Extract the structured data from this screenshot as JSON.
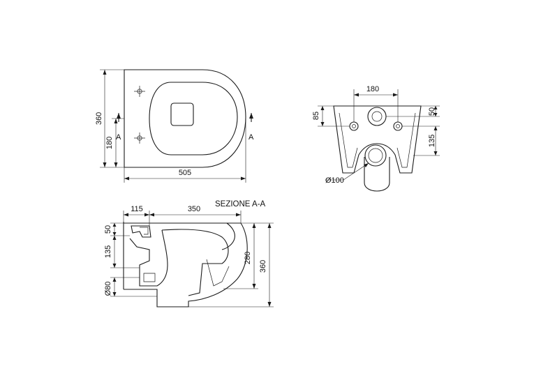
{
  "top_view": {
    "dim_width": "505",
    "dim_height": "360",
    "dim_half_height": "180",
    "section_mark_left": "A",
    "section_mark_right": "A"
  },
  "rear_view": {
    "dim_hole_spacing": "180",
    "dim_85": "85",
    "dim_50": "50",
    "dim_135": "135",
    "dim_diameter": "Ø100"
  },
  "section_view": {
    "title": "SEZIONE A-A",
    "dim_115": "115",
    "dim_350": "350",
    "dim_50": "50",
    "dim_135": "135",
    "dim_diameter": "Ø80",
    "dim_280": "280",
    "dim_360": "360"
  }
}
